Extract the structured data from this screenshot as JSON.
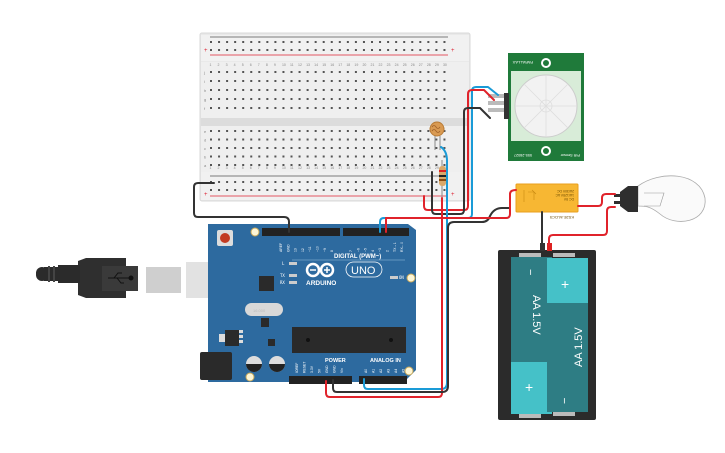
{
  "diagram": {
    "title": "Arduino PIR motion + LDR light-controlled relay lamp circuit",
    "components": {
      "breadboard": {
        "name": "Half breadboard",
        "columns": 30,
        "rows_top": [
          "j",
          "i",
          "h",
          "g",
          "f"
        ],
        "rows_bottom": [
          "e",
          "d",
          "c",
          "b",
          "a"
        ],
        "rail_minus": "-",
        "rail_plus": "+"
      },
      "arduino": {
        "brand": "ARDUINO",
        "model": "UNO",
        "digital_header_label": "DIGITAL (PWM~)",
        "digital_pins": [
          "AREF",
          "GND",
          "13",
          "12",
          "~11",
          "~10",
          "~9",
          "8",
          "7",
          "~6",
          "~5",
          "4",
          "~3",
          "2",
          "TX→1",
          "RX←0"
        ],
        "power_header_label": "POWER",
        "power_pins": [
          "IOREF",
          "RESET",
          "3.3V",
          "5V",
          "GND",
          "GND",
          "Vin"
        ],
        "analog_header_label": "ANALOG IN",
        "analog_pins": [
          "A0",
          "A1",
          "A2",
          "A3",
          "A4",
          "A5"
        ],
        "leds": [
          "L",
          "TX",
          "RX",
          "ON"
        ],
        "crystal_label": "16.000"
      },
      "pir_sensor": {
        "brand": "PARALLAX",
        "label": "PIR Sensor",
        "rev": "Rev B",
        "part_no": "555-28027"
      },
      "relay": {
        "part": "KS2E-M-DC5",
        "lines": [
          "2A/30V DC",
          "1A/125V AC",
          "DC 5V"
        ]
      },
      "battery_pack": {
        "cells": [
          {
            "label": "AA 1.5V",
            "top_sign": "−",
            "bottom_sign": "+"
          },
          {
            "label": "AA 1.5V",
            "top_sign": "+",
            "bottom_sign": "−"
          }
        ]
      },
      "lamp": {
        "name": "Light bulb"
      },
      "photoresistor": {
        "name": "LDR"
      },
      "resistor": {
        "name": "Resistor"
      },
      "usb_cable": {
        "name": "USB cable",
        "icon": "usb-icon"
      }
    },
    "colors": {
      "wire_red": "#e0232b",
      "wire_black": "#333333",
      "wire_blue": "#1a9bd7",
      "arduino_board": "#2d6a9f",
      "pir_board": "#1f7a3a",
      "relay_body": "#f7b733",
      "battery_cell": "#2e7d84",
      "battery_cap": "#45c1c8",
      "breadboard": "#e8e8e8"
    }
  }
}
